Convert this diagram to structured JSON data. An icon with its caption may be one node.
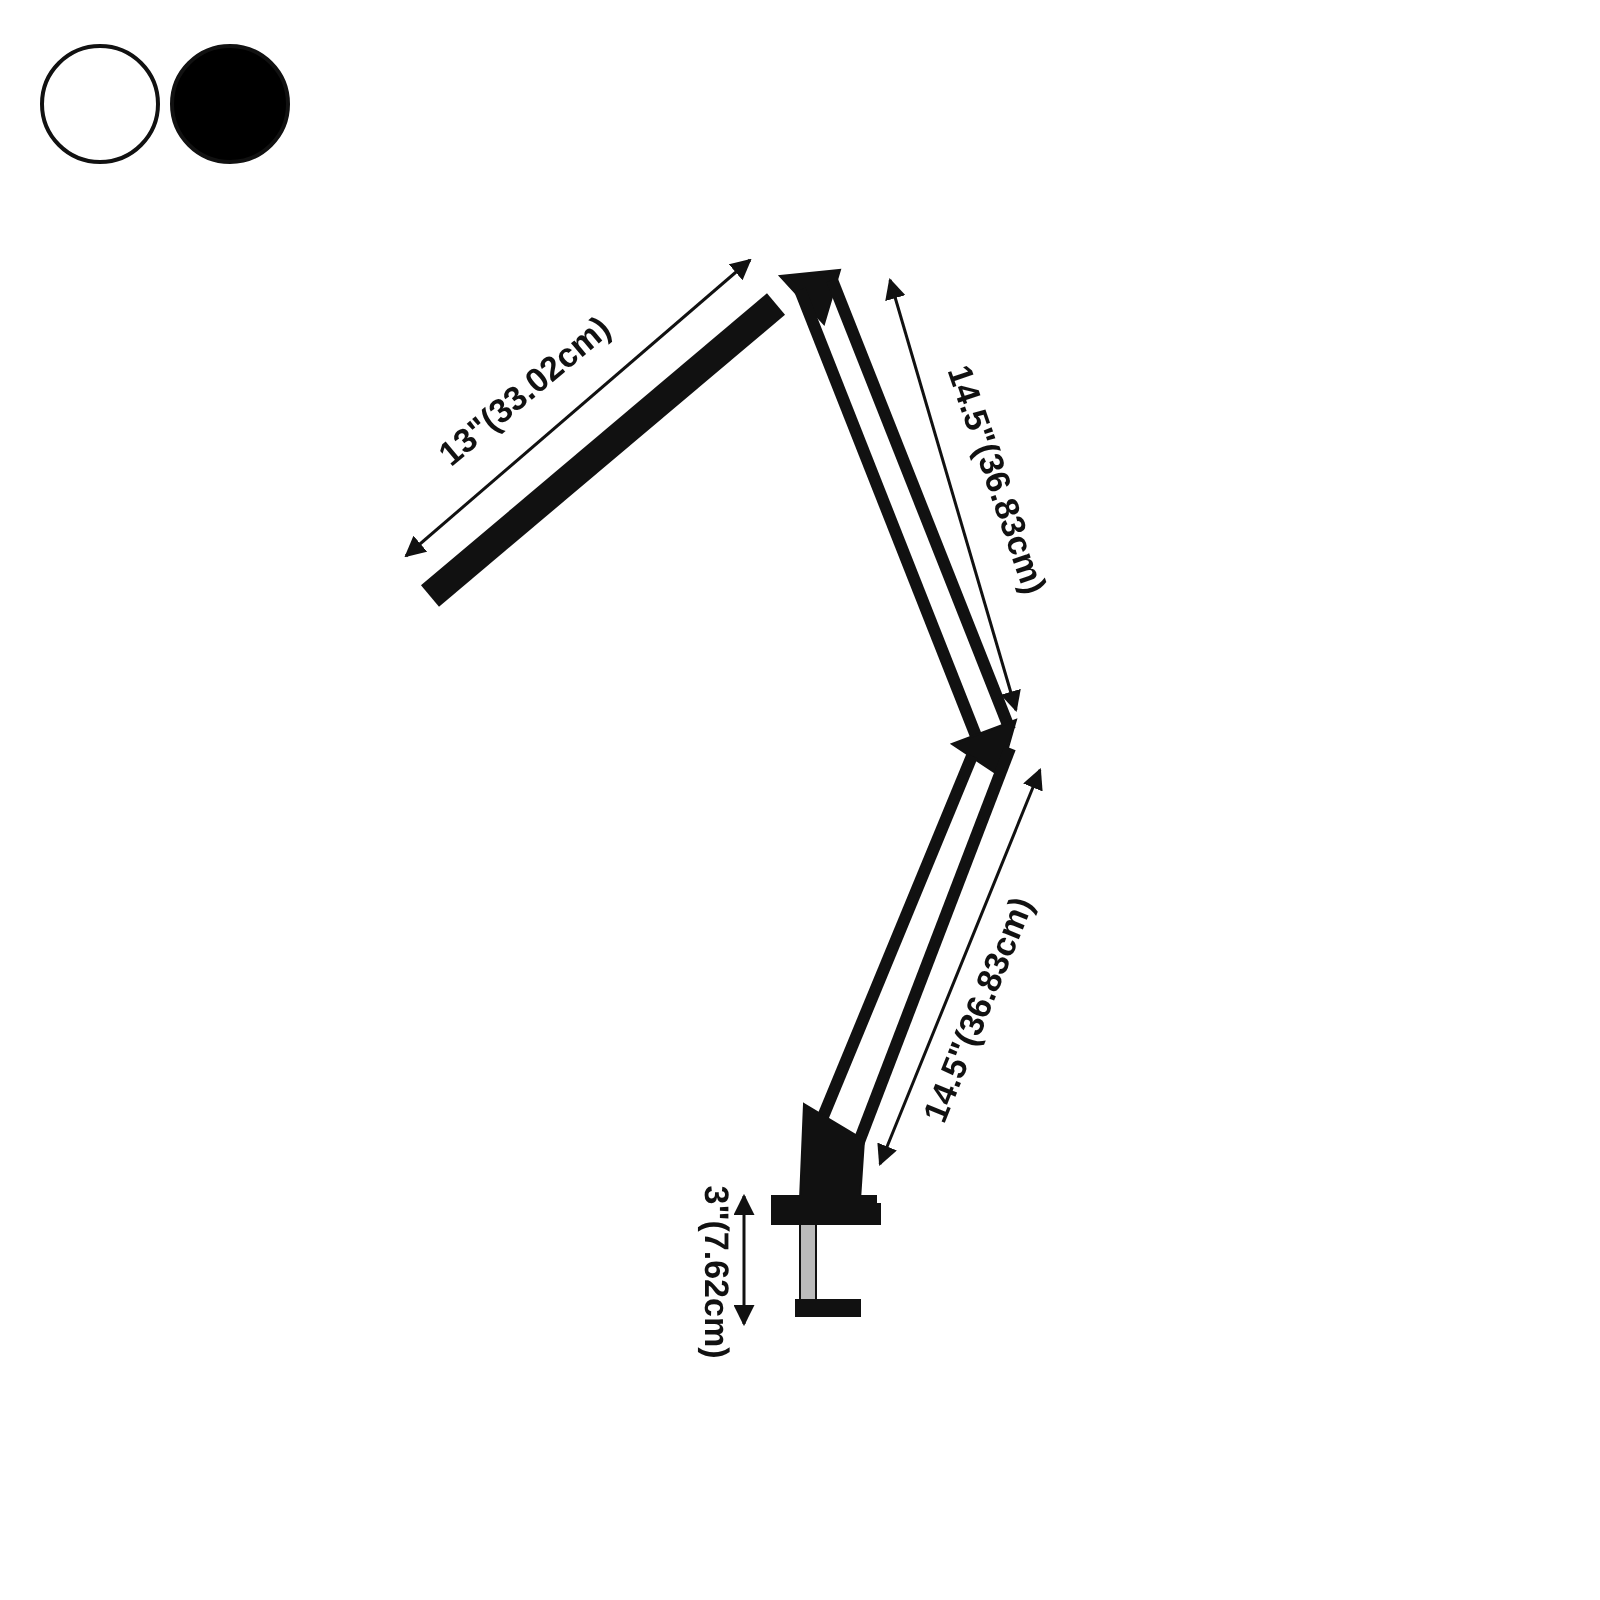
{
  "diagram": {
    "nodes": [
      {
        "text": [],
        "shape": "circle"
      },
      {
        "text": [],
        "shape": "circle"
      }
    ],
    "labels": [
      "13\"(33.02cm)",
      "14.5\"(36.83cm)",
      "14.5\"(36.83cm)",
      "3\"(7.62cm)"
    ]
  }
}
